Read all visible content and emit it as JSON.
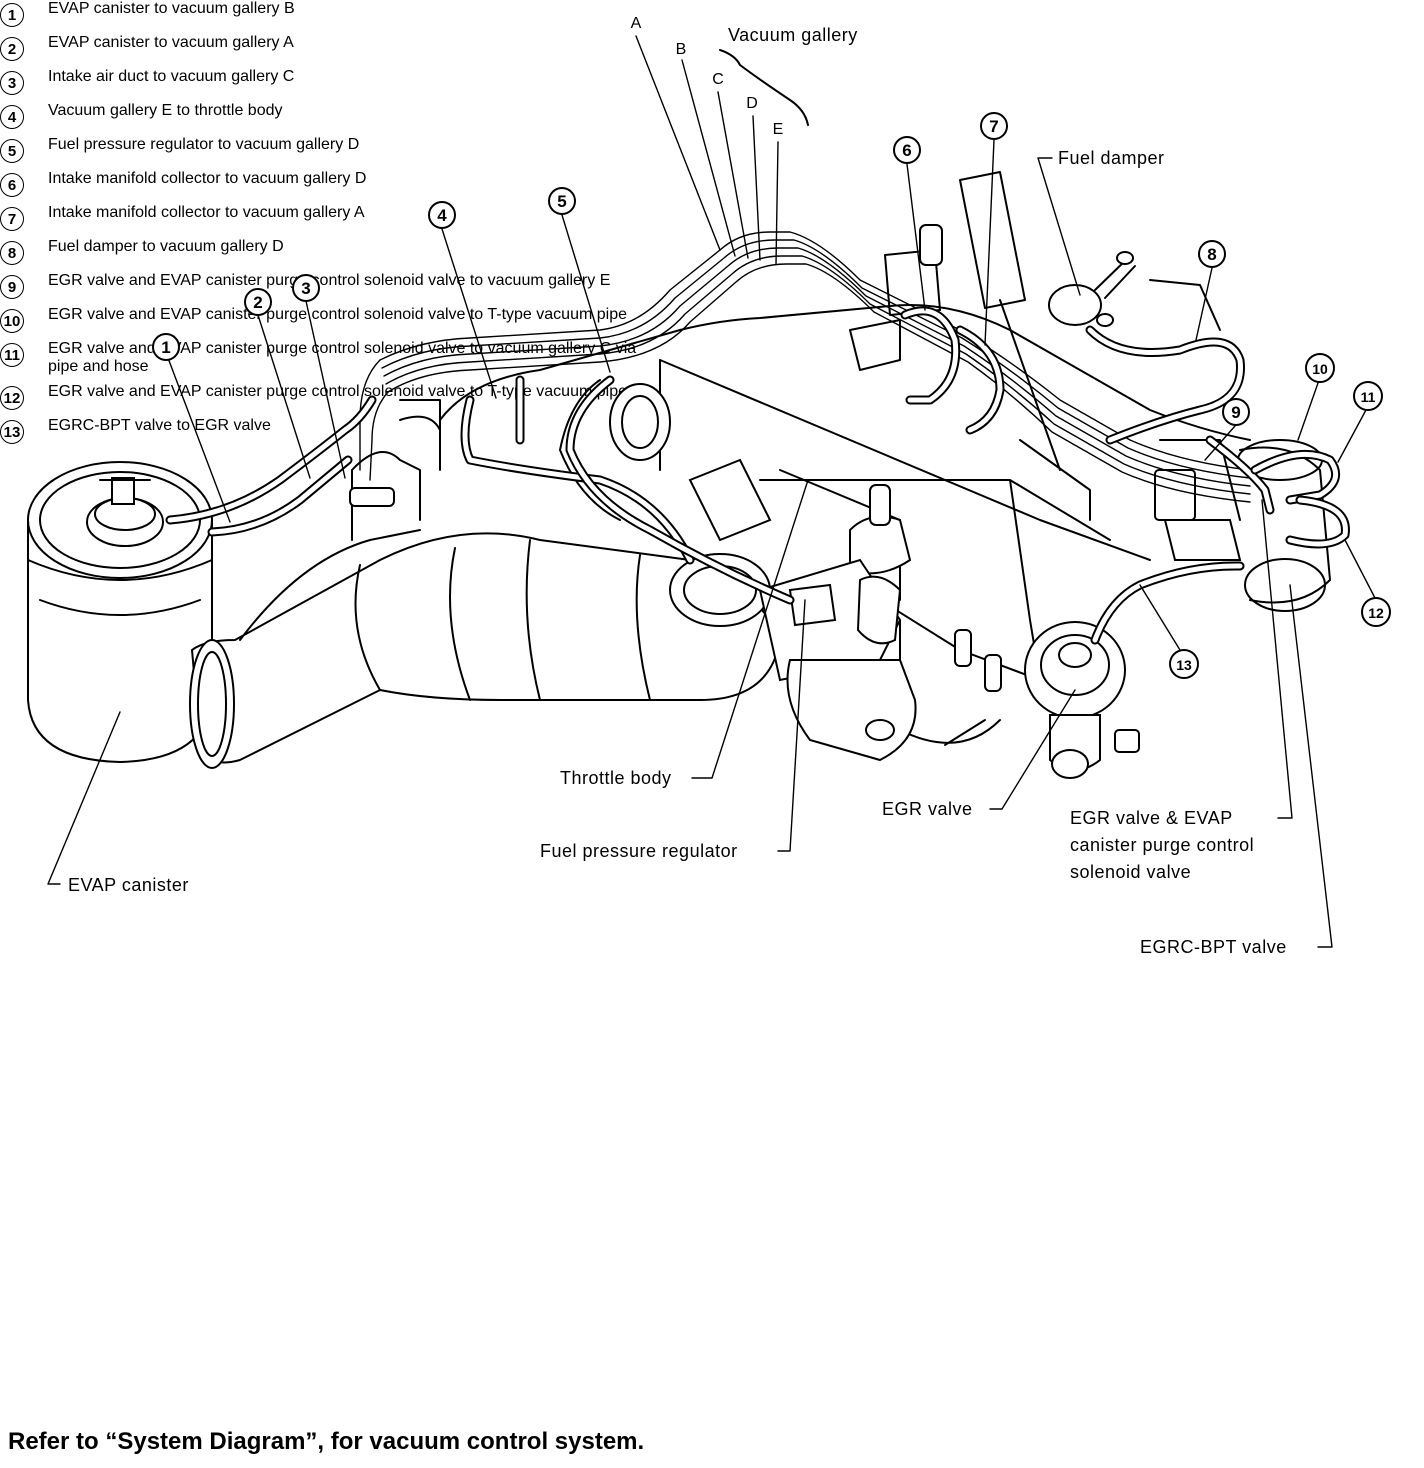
{
  "diagram": {
    "labels": {
      "vacuum_gallery": "Vacuum gallery",
      "fuel_damper": "Fuel damper",
      "throttle_body": "Throttle body",
      "fuel_pressure_regulator": "Fuel pressure regulator",
      "evap_canister": "EVAP canister",
      "egr_valve": "EGR valve",
      "egr_evap_solenoid_line1": "EGR valve & EVAP",
      "egr_evap_solenoid_line2": "canister purge control",
      "egr_evap_solenoid_line3": "solenoid valve",
      "egrc_bpt_valve": "EGRC-BPT valve"
    },
    "galleries": [
      "A",
      "B",
      "C",
      "D",
      "E"
    ],
    "callouts": [
      "1",
      "2",
      "3",
      "4",
      "5",
      "6",
      "7",
      "8",
      "9",
      "10",
      "11",
      "12",
      "13"
    ]
  },
  "legend_left": [
    {
      "num": "1",
      "text": "EVAP canister to vacuum gallery B"
    },
    {
      "num": "2",
      "text": "EVAP canister to vacuum gallery A"
    },
    {
      "num": "3",
      "text": "Intake air duct to vacuum gallery C"
    },
    {
      "num": "4",
      "text": "Vacuum gallery E to throttle body"
    },
    {
      "num": "5",
      "text": "Fuel pressure regulator to vacuum gallery D"
    },
    {
      "num": "6",
      "text": "Intake manifold collector to vacuum gallery D"
    },
    {
      "num": "7",
      "text": "Intake manifold collector to vacuum gallery A"
    },
    {
      "num": "8",
      "text": "Fuel damper to vacuum gallery D"
    },
    {
      "num": "9",
      "text": "EGR valve and EVAP canister purge control solenoid valve to vacuum gallery E"
    }
  ],
  "legend_right": [
    {
      "num": "10",
      "text": "EGR valve and EVAP canister purge control solenoid valve to T-type vacuum pipe"
    },
    {
      "num": "11",
      "text": "EGR valve and EVAP canister purge control solenoid valve to vacuum gallery C via pipe and hose"
    },
    {
      "num": "12",
      "text": "EGR valve and EVAP canister purge control solenoid valve to T-type vacuum pipe"
    },
    {
      "num": "13",
      "text": "EGRC-BPT valve to EGR valve"
    }
  ],
  "footer_note": "Refer to “System Diagram”, for vacuum control system."
}
